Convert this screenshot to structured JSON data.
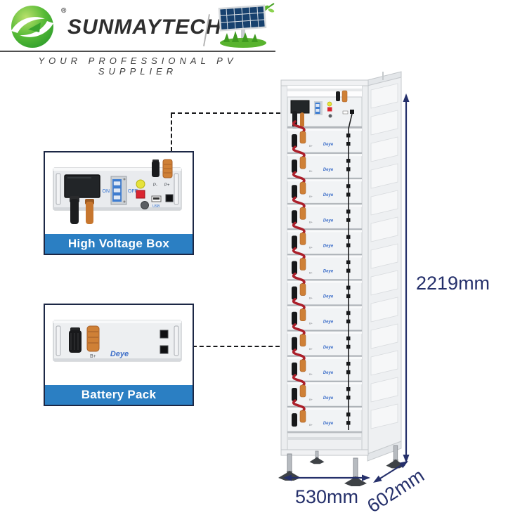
{
  "header": {
    "brand": "SUNMAYTECH",
    "registered": "®",
    "tagline": "YOUR PROFESSIONAL PV SUPPLIER",
    "logo_icon": "sunmaytech-green-globe-icon",
    "art_icon": "solar-panel-illustration"
  },
  "callouts": {
    "hv_box": {
      "label": "High Voltage Box",
      "breaker_on": "ON",
      "breaker_off": "OFF",
      "port_negative": "P-",
      "port_positive": "P+",
      "usb_label": "USB"
    },
    "battery": {
      "label": "Battery Pack",
      "terminal": "B+",
      "brand": "Deye"
    }
  },
  "rack": {
    "pack_count": 12,
    "pack_brand": "Deye",
    "dim_height": "2219mm",
    "dim_width": "530mm",
    "dim_depth": "602mm"
  },
  "colors": {
    "banner_blue": "#2b7fc3",
    "dimension_navy": "#25306b",
    "deye_blue": "#3e6fc9",
    "cable_red": "#ab1f2a",
    "connector_orange": "#cf8036",
    "logo_green": "#49b530"
  }
}
